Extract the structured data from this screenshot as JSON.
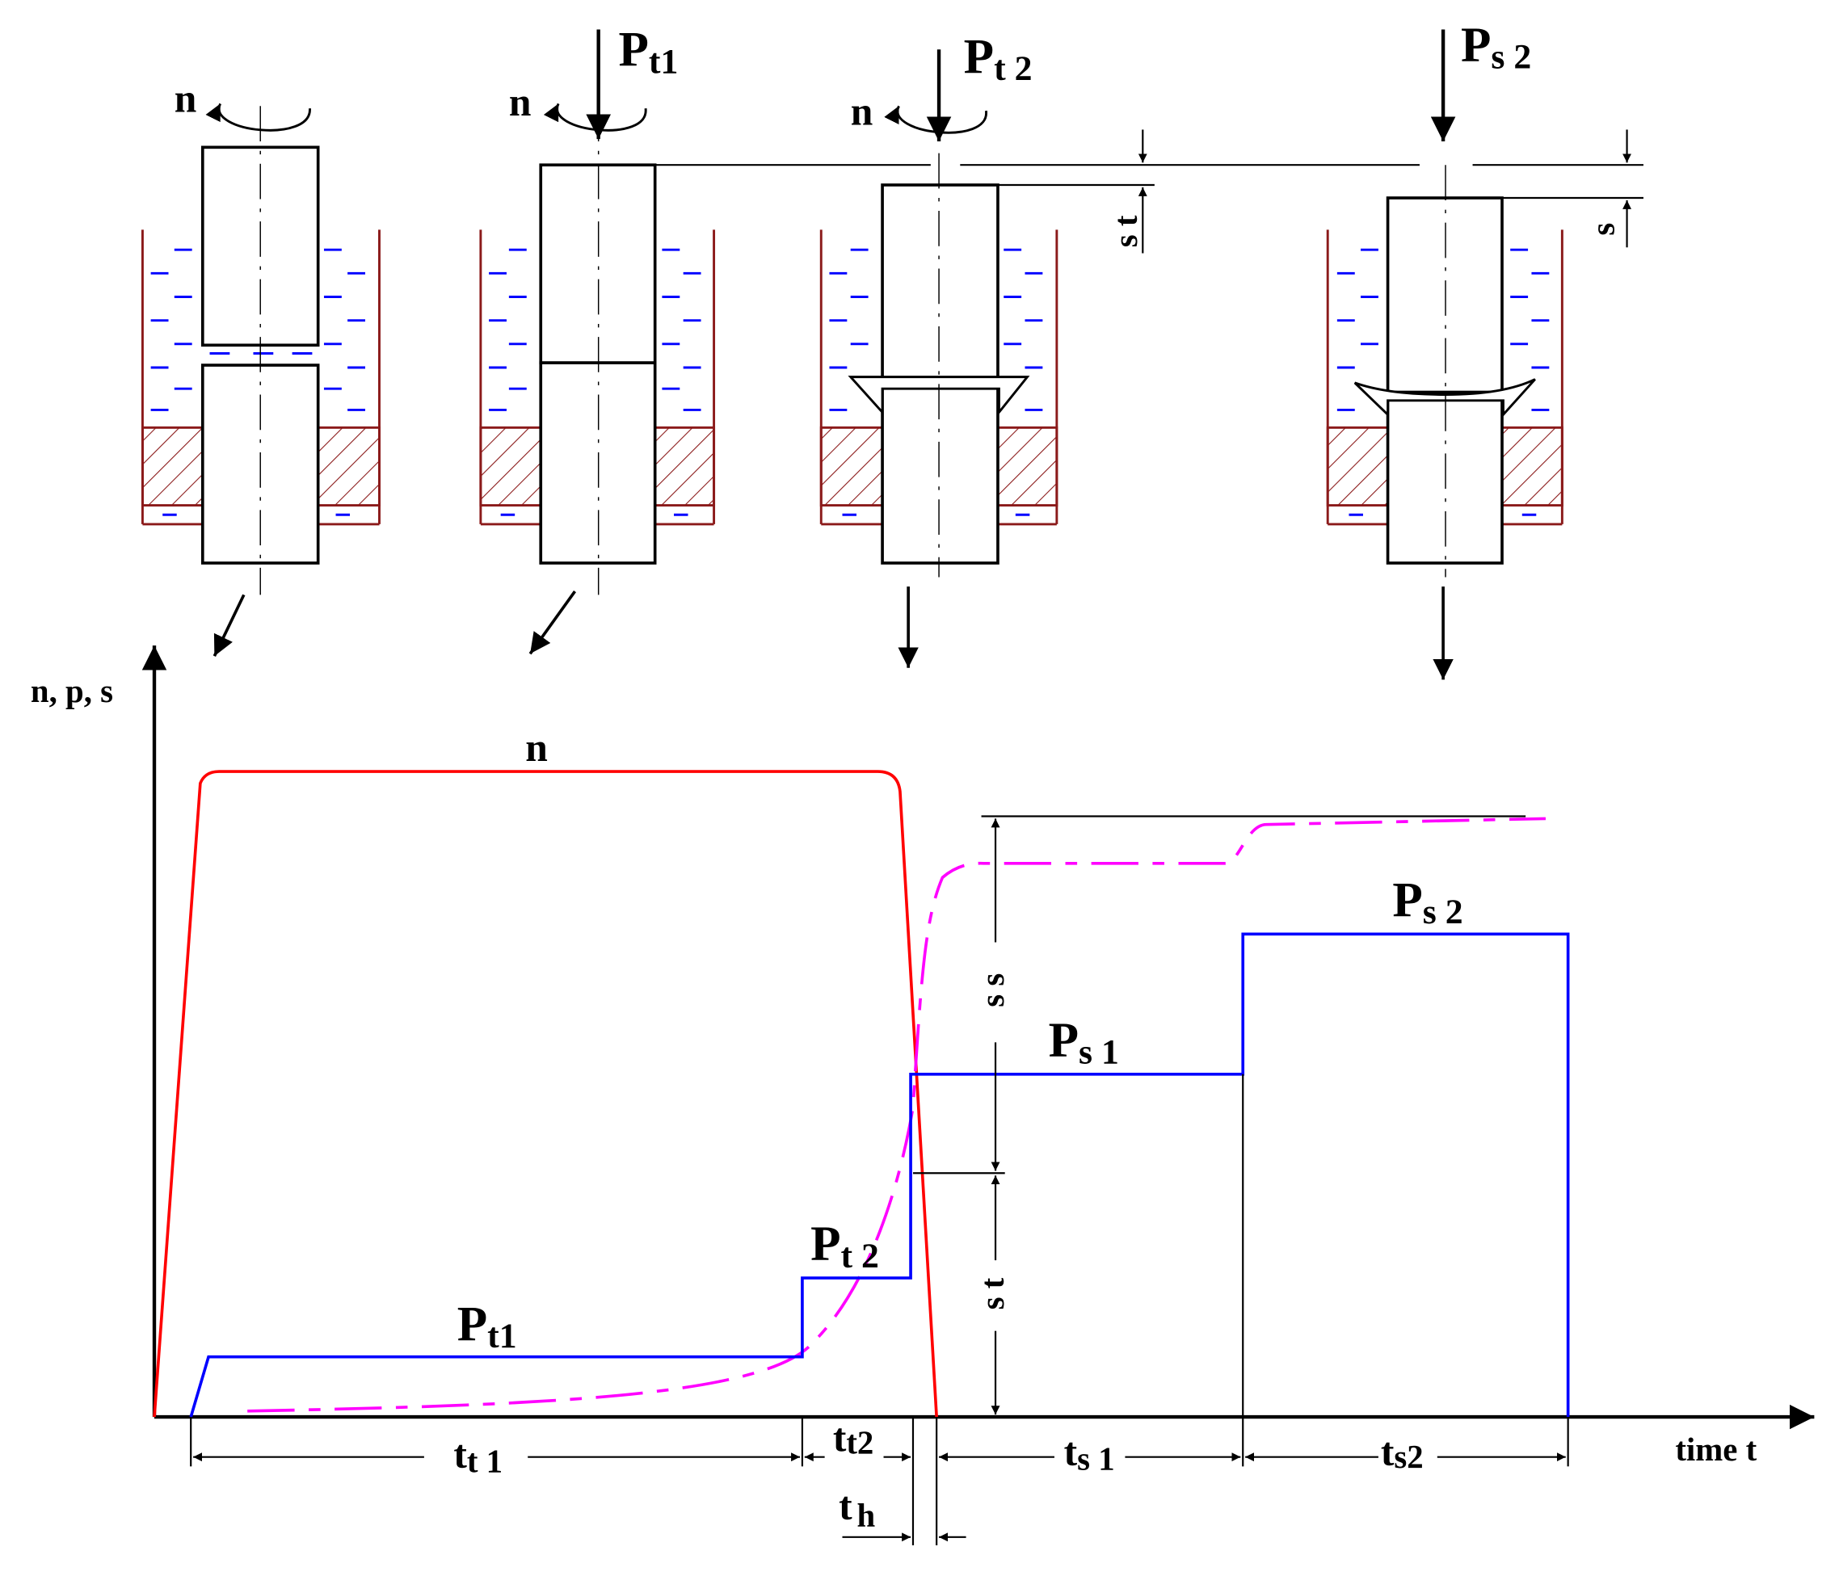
{
  "colors": {
    "speed": "#ff0000",
    "pressure": "#0000ff",
    "displacement": "#ff00ff",
    "container": "#8b1a1a",
    "liquid": "#0000ff",
    "ink": "#000000"
  },
  "schematics": {
    "stage1": {
      "rotation": "n"
    },
    "stage2": {
      "rotation": "n",
      "force": "P",
      "force_sub": "t1"
    },
    "stage3": {
      "rotation": "n",
      "force": "P",
      "force_sub": "t 2",
      "dim": "s t"
    },
    "stage4": {
      "force": "P",
      "force_sub": "s 2",
      "dim": "s"
    }
  },
  "chart_data": {
    "type": "line",
    "y_axis_label": "n, p, s",
    "x_axis_label": "time  t",
    "series": [
      {
        "name": "n",
        "color": "#ff0000",
        "x": [
          "start",
          "t_t1 begin",
          "t_t2 end",
          "t_h end"
        ],
        "y": [
          "0",
          "max",
          "max",
          "0"
        ]
      },
      {
        "name": "P",
        "color": "#0000ff",
        "levels": [
          "P t1",
          "P t2",
          "P s1",
          "P s2"
        ],
        "values_relative": [
          1,
          2,
          5,
          7
        ]
      },
      {
        "name": "s",
        "color": "#ff00ff",
        "dashed": true
      }
    ],
    "curve_labels": {
      "n": "n",
      "pt1": {
        "main": "P",
        "sub": "t1"
      },
      "pt2": {
        "main": "P",
        "sub": "t 2"
      },
      "ps1": {
        "main": "P",
        "sub": "s 1"
      },
      "ps2": {
        "main": "P",
        "sub": "s 2"
      }
    },
    "dimension_labels": {
      "ss": "s s",
      "st": "s t"
    },
    "intervals": [
      {
        "main": "t",
        "sub": "t 1"
      },
      {
        "main": "t",
        "sub": "t2"
      },
      {
        "main": "t",
        "sub": "s 1"
      },
      {
        "main": "t",
        "sub": "s2"
      }
    ],
    "th": {
      "main": "t",
      "sub": "h"
    }
  }
}
